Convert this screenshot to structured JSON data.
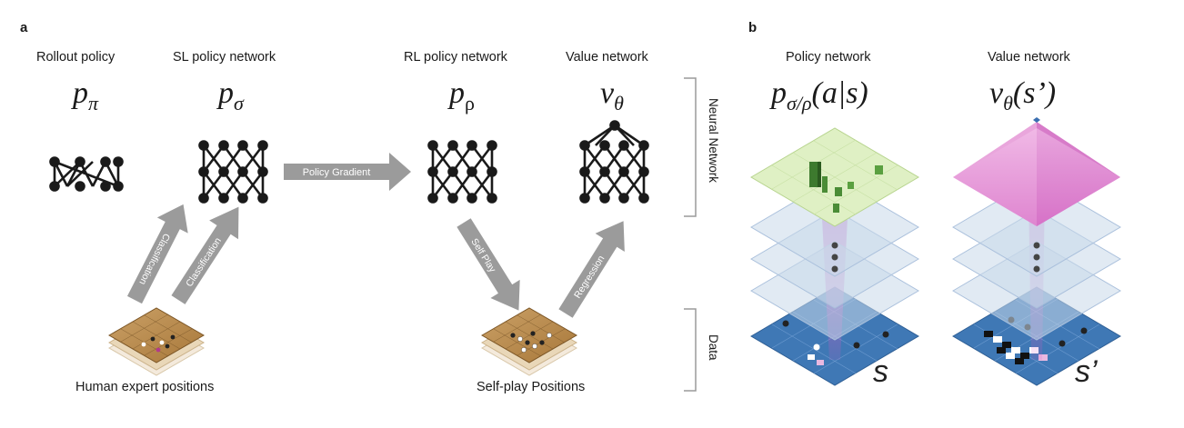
{
  "panel_a": {
    "letter": "a",
    "networks": {
      "rollout": {
        "name": "Rollout policy",
        "symbol": "p",
        "sub": "π"
      },
      "sl": {
        "name": "SL policy network",
        "symbol": "p",
        "sub": "σ"
      },
      "rl": {
        "name": "RL policy network",
        "symbol": "p",
        "sub": "ρ"
      },
      "value": {
        "name": "Value network",
        "symbol": "v",
        "sub": "θ"
      }
    },
    "arrows": {
      "policy_gradient": "Policy Gradient",
      "classification_left": "Classification",
      "classification_right": "Classification",
      "self_play": "Self Play",
      "regression": "Regression"
    },
    "data_sources": {
      "human": "Human expert positions",
      "self_play": "Self-play Positions"
    },
    "brackets": {
      "neural_network": "Neural Network",
      "data": "Data"
    }
  },
  "panel_b": {
    "letter": "b",
    "policy": {
      "title": "Policy network",
      "formula": "p",
      "sub": "σ/ρ",
      "arg": "(a|s)",
      "state": "s"
    },
    "value": {
      "title": "Value network",
      "formula": "v",
      "sub": "θ",
      "arg": "(s’)",
      "state": "s’"
    }
  },
  "colors": {
    "arrow": "#9b9b9b",
    "network": "#1a1a1a",
    "board_blue": "#3f78b5",
    "policy_top": "#dff0c4",
    "value_top": "#e07ad0",
    "hidden_layer": "#c9d8ea",
    "board_wood": "#b58a4a"
  }
}
